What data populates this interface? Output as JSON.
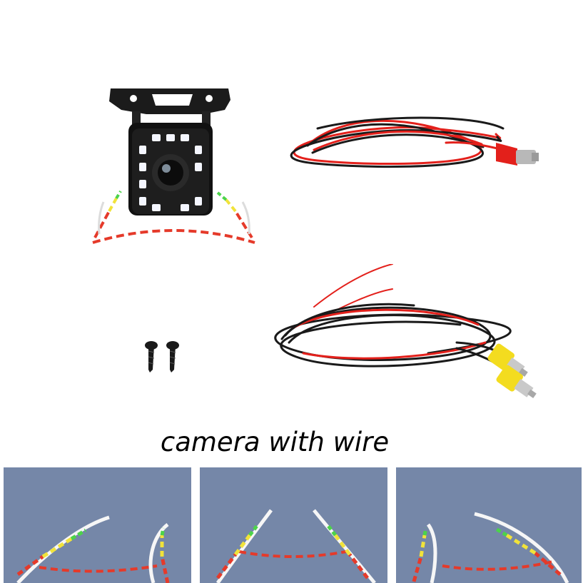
{
  "caption": "camera with wire",
  "products": {
    "camera": "backup-camera",
    "power_cable": "power-extension-cable",
    "screws": "mounting-screws",
    "video_cable": "rca-video-cable"
  },
  "guide_panels": [
    {
      "name": "guide-panel-left"
    },
    {
      "name": "guide-panel-center"
    },
    {
      "name": "guide-panel-right"
    }
  ],
  "colors": {
    "guide_red": "#e53a2a",
    "guide_yellow": "#f1e33a",
    "guide_green": "#4cd34a",
    "panel_bg": "#7587a8",
    "cable_red": "#e3201b",
    "cable_black": "#1a1a1a",
    "rca_yellow": "#f3dc1f"
  }
}
